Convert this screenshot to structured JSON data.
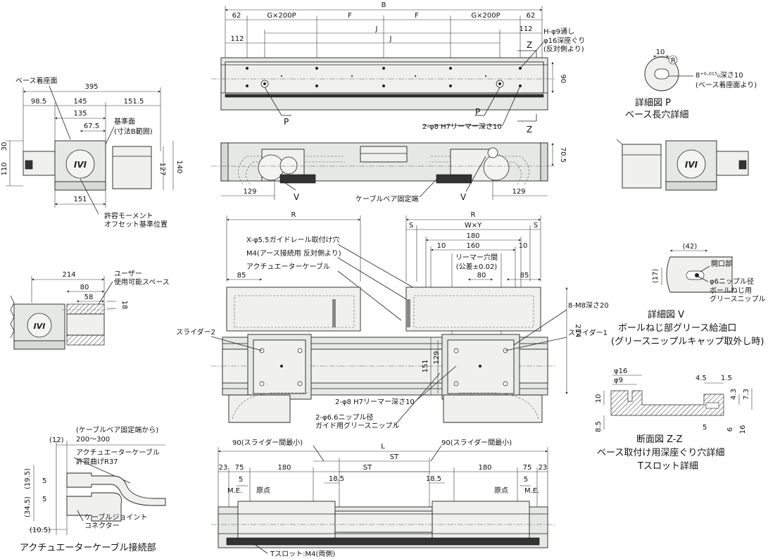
{
  "top_view": {
    "dims_top": [
      "62",
      "G×200P",
      "F",
      "F",
      "G×200P",
      "62"
    ],
    "overall": "B",
    "j_left": "J",
    "j_right": "J",
    "offset_left": "112",
    "offset_right": "112",
    "height": "90",
    "section_mark": "Z",
    "detail_mark": "P",
    "hole_note_1": "H-φ9通し",
    "hole_note_2": "φ16深座ぐり",
    "hole_note_3": "(反対側より)",
    "reamer_note": "2-φ8 H7リーマー深さ10"
  },
  "front_view": {
    "height": "70.5",
    "left_offset": "129",
    "right_offset": "129",
    "detail_mark": "V",
    "cable_note": "ケーブルベア固定端"
  },
  "end_view": {
    "base_label": "ベース着座面",
    "width_total": "395",
    "w1": "98.5",
    "w2": "145",
    "w3": "151.5",
    "w4": "135",
    "w5": "67.5",
    "ref_label_1": "基準面",
    "ref_label_2": "(寸法B範囲)",
    "h1": "30",
    "h2": "110",
    "h3": "127",
    "h4": "140",
    "bottom_w": "151",
    "moment_label_1": "許容モーメント",
    "moment_label_2": "オフセット基準位置",
    "logo": "IVI"
  },
  "detail_p": {
    "dim_w": "10",
    "radius": "R",
    "depth_note": "8⁺⁰·⁰¹⁵₀深さ10",
    "depth_note_2": "(ベース着座面より)",
    "title_1": "詳細図 P",
    "title_2": "ベース長穴詳細"
  },
  "user_space": {
    "w1": "214",
    "w2": "80",
    "w3": "58",
    "h1": "18",
    "label_1": "ユーザー",
    "label_2": "使用可能スペース",
    "logo": "IVI"
  },
  "plan_view": {
    "r_left": "R",
    "r_right": "R",
    "s_left": "S",
    "s_right": "S",
    "wxy": "W×Y",
    "d180": "180",
    "d160": "160",
    "d10a": "10",
    "d10b": "10",
    "d80": "80",
    "d85_left": "85",
    "d85_right": "85",
    "reamer_label_1": "リーマー穴間",
    "reamer_label_2": "(公差±0.02)",
    "note_x": "X-φ5.5ガイドレール取付け穴",
    "note_m4": "M4(アース接続用 反対側より)",
    "note_cable": "アクチュエーターケーブル",
    "slider_2": "スライダー2",
    "slider_1": "スライダー1",
    "note_m8": "8-M8深さ20",
    "h214": "214",
    "h151": "151",
    "h129": "129",
    "reamer_note": "2-φ8 H7リーマー深さ10",
    "nipple_1": "2-φ6.6ニップル径",
    "nipple_2": "ガイド用グリースニップル"
  },
  "detail_v": {
    "d42": "(42)",
    "d17": "(17)",
    "open_label": "開口部",
    "nipple_1": "φ6ニップル径",
    "nipple_2": "ボールねじ用",
    "nipple_3": "グリースニップル",
    "title_1": "詳細図 V",
    "title_2": "ボールねじ部グリース給油口",
    "title_3": "(グリースニップルキャップ取外し時)"
  },
  "section_zz": {
    "d16": "φ16",
    "d9": "φ9",
    "d45": "4.5",
    "d15": "1.5",
    "d10": "10",
    "d85": "8.5",
    "d43": "4.3",
    "d73": "7.3",
    "d5": "5",
    "d6": "6",
    "d16b": "16",
    "title_1": "断面図 Z-Z",
    "title_2": "ベース取付け用深座ぐり穴詳細",
    "title_3": "Tスロット詳細"
  },
  "connector": {
    "note_fixed": "(ケーブルベア固定端から)",
    "note_range": "200～300",
    "d12": "(12)",
    "cable_label_1": "アクチュエーターケーブル",
    "cable_label_2": "許容曲げR37",
    "d5a": "5",
    "d5b": "5",
    "d195": "(19.5)",
    "d345": "(34.5)",
    "d105": "(10.5)",
    "joint_1": "ケーブルジョイント",
    "joint_2": "コネクター",
    "title": "アクチュエーターケーブル接続部"
  },
  "bottom_view": {
    "overall": "L",
    "min_left": "90(スライダー間最小)",
    "min_right": "90(スライダー間最小)",
    "st": "ST",
    "st2": "ST",
    "d23a": "23",
    "d75a": "75",
    "d180a": "180",
    "d180b": "180",
    "d75b": "75",
    "d23b": "23",
    "d185a": "18.5",
    "d185b": "18.5",
    "d5a": "5",
    "d5b": "5",
    "me_left": "M.E.",
    "me_right": "M.E.",
    "origin_left": "原点",
    "origin_right": "原点",
    "tslot": "Tスロット:M4(両側)"
  }
}
